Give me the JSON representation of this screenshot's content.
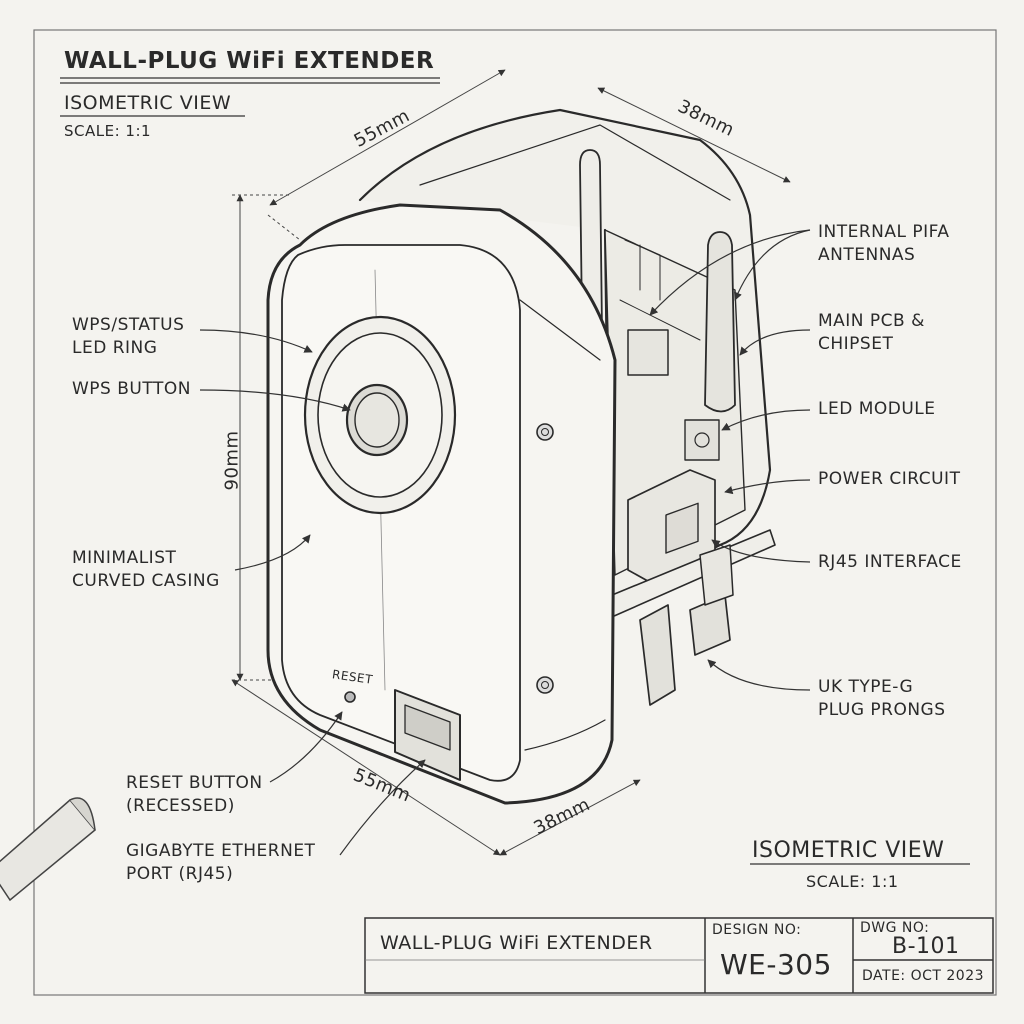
{
  "header": {
    "title": "WALL-PLUG WiFi EXTENDER",
    "view": "ISOMETRIC VIEW",
    "scale": "SCALE: 1:1"
  },
  "dimensions": {
    "top_width": "55mm",
    "top_depth": "38mm",
    "height": "90mm",
    "bottom_width": "55mm",
    "bottom_depth": "38mm"
  },
  "device": {
    "reset_label": "RESET"
  },
  "callouts": {
    "wps_led_ring": [
      "WPS/STATUS",
      "LED RING"
    ],
    "wps_button": [
      "WPS BUTTON"
    ],
    "casing": [
      "MINIMALIST",
      "CURVED CASING"
    ],
    "reset_button": [
      "RESET BUTTON",
      "(RECESSED)"
    ],
    "ethernet_port": [
      "GIGABYTE ETHERNET",
      "PORT (RJ45)"
    ],
    "antennas": [
      "INTERNAL PIFA",
      "ANTENNAS"
    ],
    "pcb": [
      "MAIN PCB &",
      "CHIPSET"
    ],
    "led_module": [
      "LED MODULE"
    ],
    "power_circuit": [
      "POWER CIRCUIT"
    ],
    "rj45": [
      "RJ45 INTERFACE"
    ],
    "prongs": [
      "UK TYPE-G",
      "PLUG PRONGS"
    ]
  },
  "bottom_right": {
    "view": "ISOMETRIC VIEW",
    "scale": "SCALE: 1:1"
  },
  "title_block": {
    "title": "WALL-PLUG WiFi EXTENDER",
    "design_no_label": "DESIGN NO:",
    "design_no": "WE-305",
    "dwg_no_label": "DWG NO:",
    "dwg_no": "B-101",
    "date": "DATE: OCT 2023"
  },
  "colors": {
    "paper": "#f4f3ef",
    "ink": "#2a2a2a"
  }
}
